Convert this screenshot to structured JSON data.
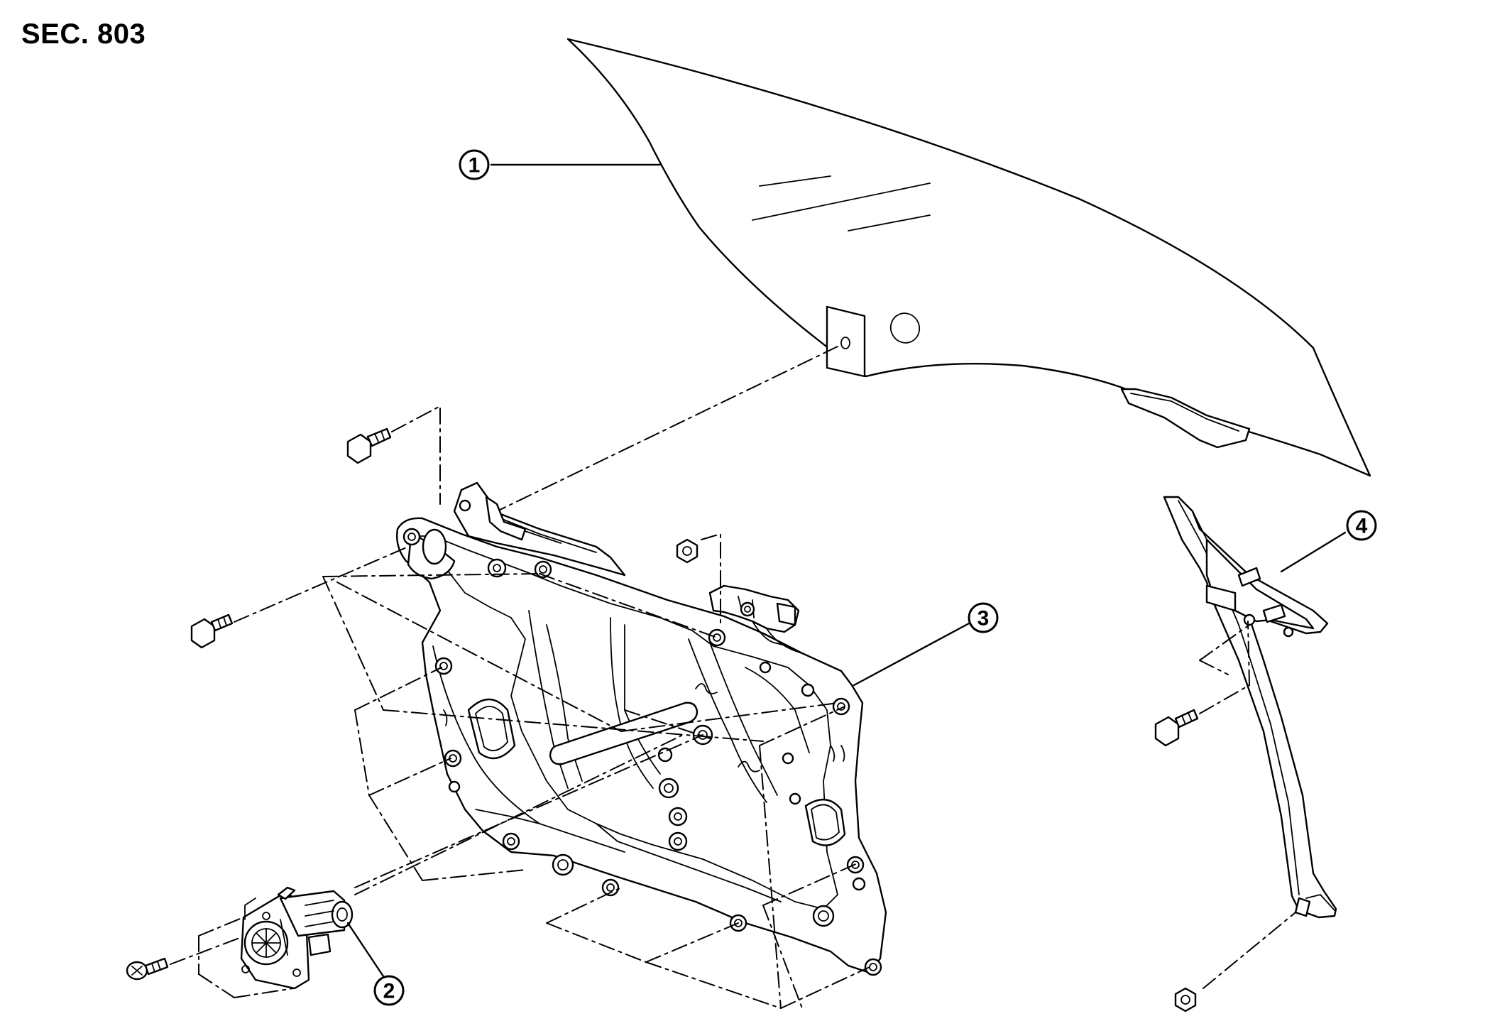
{
  "section_label": "SEC. 803",
  "callouts": [
    {
      "id": "1",
      "label": "1"
    },
    {
      "id": "2",
      "label": "2"
    },
    {
      "id": "3",
      "label": "3"
    },
    {
      "id": "4",
      "label": "4"
    }
  ]
}
